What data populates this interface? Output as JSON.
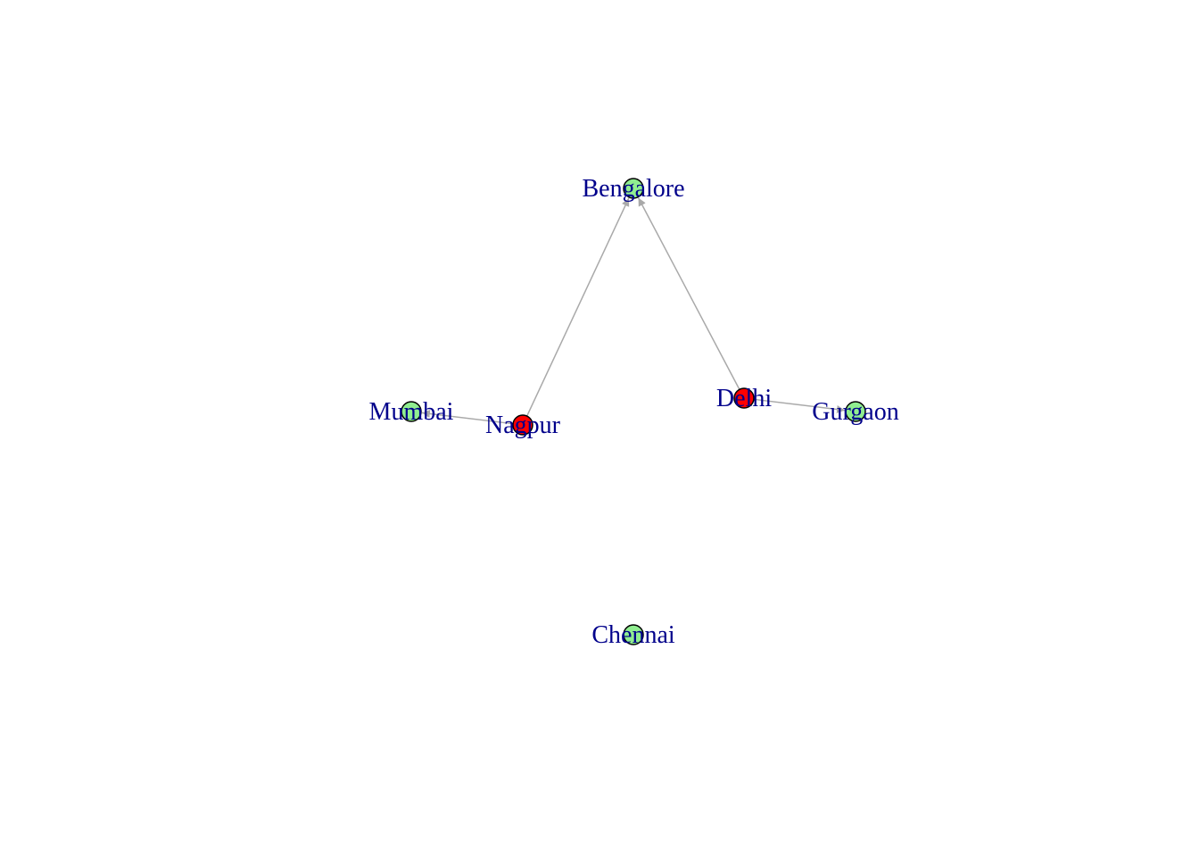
{
  "colors": {
    "edge": "#a9a9a9",
    "label": "#00008b",
    "node_border": "#000000",
    "highlight_fill": "#ff0000",
    "default_fill": "#90ee90"
  },
  "nodes": [
    {
      "id": "bengalore",
      "label": "Bengalore",
      "fill": "#90ee90"
    },
    {
      "id": "mumbai",
      "label": "Mumbai",
      "fill": "#90ee90"
    },
    {
      "id": "nagpur",
      "label": "Nagpur",
      "fill": "#ff0000"
    },
    {
      "id": "delhi",
      "label": "Delhi",
      "fill": "#ff0000"
    },
    {
      "id": "gurgaon",
      "label": "Gurgaon",
      "fill": "#90ee90"
    },
    {
      "id": "chennai",
      "label": "Chennai",
      "fill": "#90ee90"
    }
  ],
  "edges": [
    {
      "from": "nagpur",
      "to": "bengalore",
      "directed": true
    },
    {
      "from": "delhi",
      "to": "bengalore",
      "directed": true
    },
    {
      "from": "nagpur",
      "to": "mumbai",
      "directed": true
    },
    {
      "from": "delhi",
      "to": "gurgaon",
      "directed": true
    }
  ]
}
